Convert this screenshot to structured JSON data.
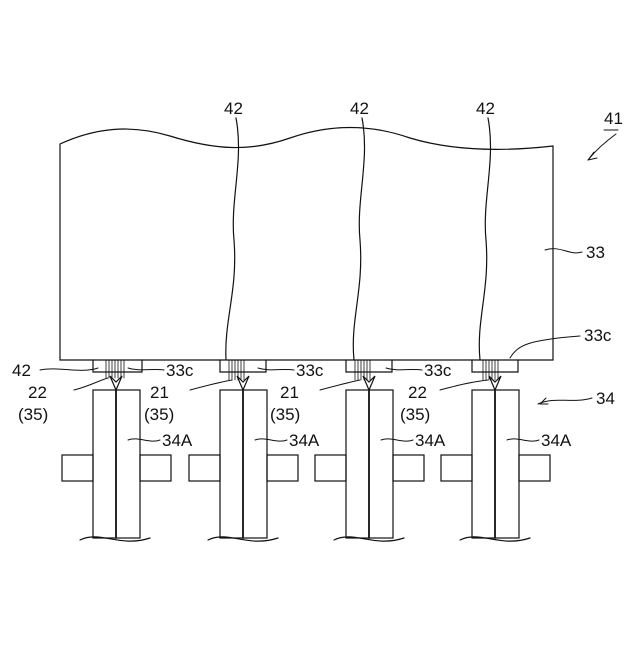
{
  "figure": {
    "labels": {
      "assembly": "41",
      "panel": "33",
      "mold_unit": "34",
      "recess_right": "33c",
      "recess": [
        "33c",
        "33c",
        "33c"
      ],
      "wire_top": [
        "42",
        "42",
        "42"
      ],
      "wire_left": "42",
      "conveyor": [
        "34A",
        "34A",
        "34A",
        "34A"
      ],
      "part_num": [
        "22",
        "21",
        "21",
        "22"
      ],
      "part_paren": [
        "(35)",
        "(35)",
        "(35)",
        "(35)"
      ]
    },
    "colors": {
      "line": "#111111",
      "background": "#ffffff"
    }
  }
}
